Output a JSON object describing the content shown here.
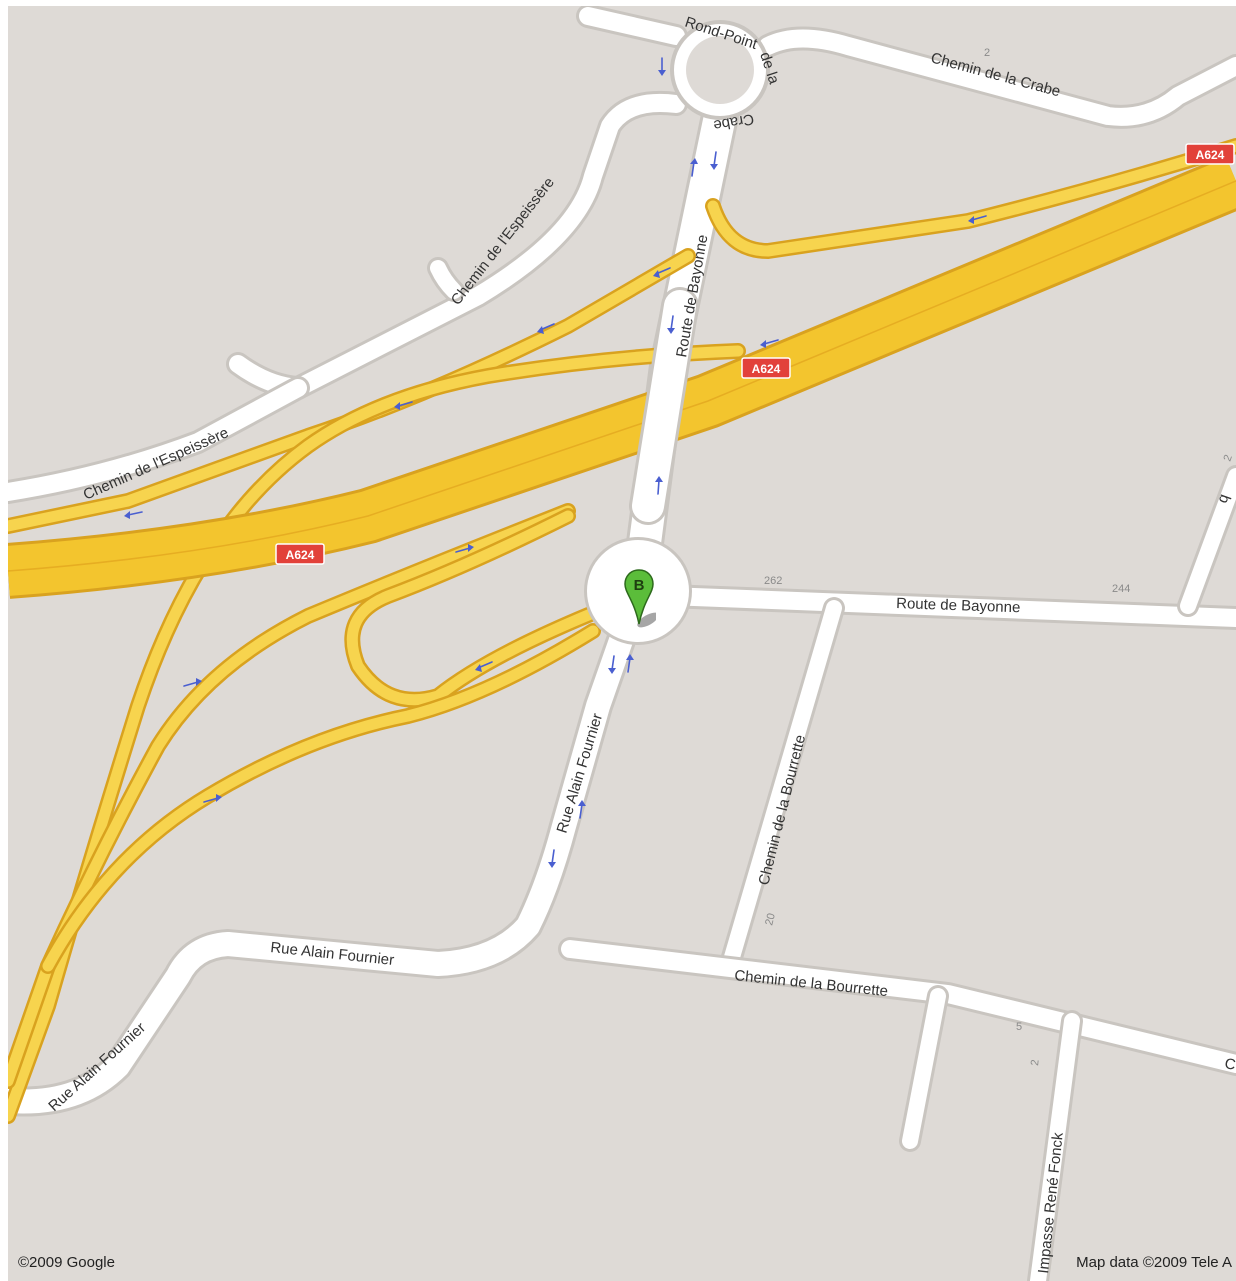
{
  "map": {
    "streets": {
      "rond_point_de_la_crabe_a": "Rond-Point",
      "rond_point_de_la_crabe_b": "de la",
      "rond_point_de_la_crabe_c": "Crabe",
      "chemin_de_la_crabe": "Chemin de la Crabe",
      "chemin_de_l_espeissere_upper": "Chemin de l'Espeissère",
      "chemin_de_l_espeissere_lower": "Chemin de l'Espeissère",
      "route_de_bayonne_vertical": "Route de Bayonne",
      "route_de_bayonne_horizontal": "Route de Bayonne",
      "rue_alain_fournier_1": "Rue Alain Fournier",
      "rue_alain_fournier_2": "Rue Alain Fournier",
      "rue_alain_fournier_3": "Rue Alain Fournier",
      "chemin_de_la_bourrette_vertical": "Chemin de la Bourrette",
      "chemin_de_la_bourrette_horizontal": "Chemin de la Bourrette",
      "impasse_rene_fonck": "Impasse René Fonck",
      "edge_c": "C",
      "edge_q": "q"
    },
    "highway_shields": [
      "A624",
      "A624",
      "A624"
    ],
    "house_numbers": {
      "n262": "262",
      "n244": "244",
      "n2_top": "2",
      "n20": "20",
      "n5": "5",
      "n2_bottom": "2",
      "n2_right": "2"
    },
    "marker": {
      "letter": "B",
      "color": "#5bbd3a"
    },
    "colors": {
      "background": "#dedad6",
      "road": "#ffffff",
      "highway": "#f3c52e",
      "shield": "#e2413a",
      "arrow": "#4a5fd0"
    },
    "copyright_left": "©2009 Google",
    "copyright_right": "Map data ©2009 Tele A"
  }
}
